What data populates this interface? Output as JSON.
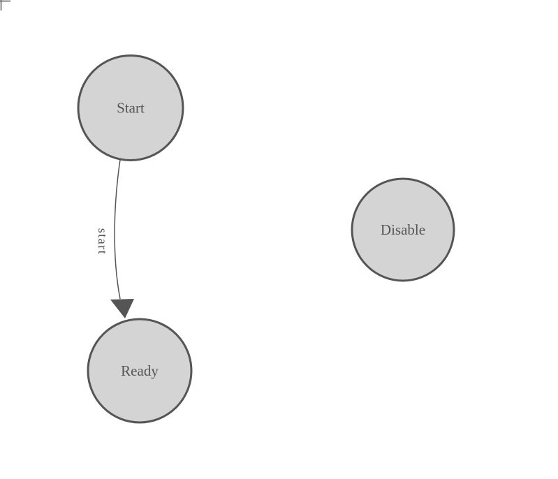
{
  "diagram": {
    "type": "state-machine",
    "nodes": [
      {
        "id": "start",
        "label": "Start"
      },
      {
        "id": "ready",
        "label": "Ready"
      },
      {
        "id": "disable",
        "label": "Disable"
      }
    ],
    "edges": [
      {
        "id": "start-to-ready",
        "from": "Start",
        "to": "Ready",
        "label": "start"
      }
    ],
    "colors": {
      "background": "#ffffff",
      "node_fill": "#d4d4d4",
      "node_stroke": "#555555",
      "node_text": "#555555",
      "edge_stroke": "#555555",
      "arrowhead_fill": "#555555",
      "edge_label_text": "#555555",
      "origin_mark": "#555555"
    }
  }
}
